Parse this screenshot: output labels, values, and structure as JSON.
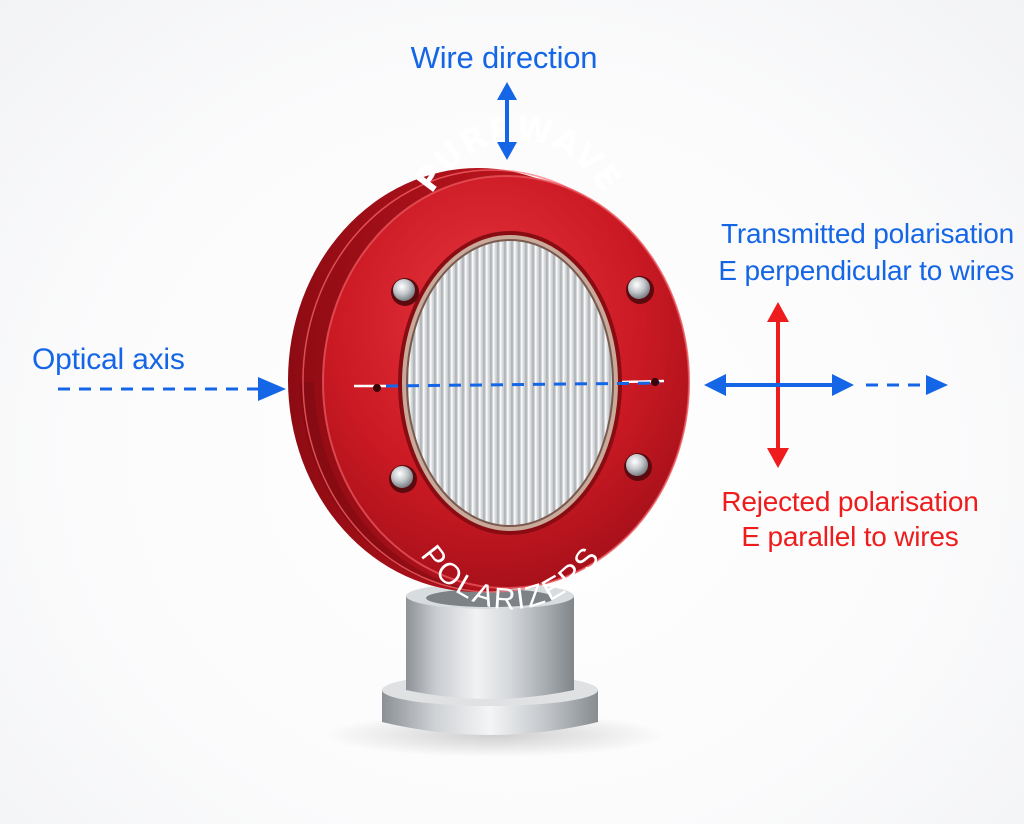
{
  "labels": {
    "wire_direction": "Wire direction",
    "optical_axis": "Optical axis",
    "transmitted": {
      "line1": "Transmitted polarisation",
      "line2": "E perpendicular to wires"
    },
    "rejected": {
      "line1": "Rejected polarisation",
      "line2": "E parallel to wires"
    }
  },
  "device": {
    "brand": "PUREWAVE",
    "product": "POLARIZERS"
  },
  "colors": {
    "annotation_blue": "#1466e6",
    "annotation_red": "#ee1c1c",
    "housing_red": "#c8141e",
    "stand_silver": "#b9bdc2"
  },
  "icons": [
    "double-arrow-vertical-icon",
    "dashed-arrow-icon",
    "polarisation-cross-icon",
    "screw-icon"
  ]
}
